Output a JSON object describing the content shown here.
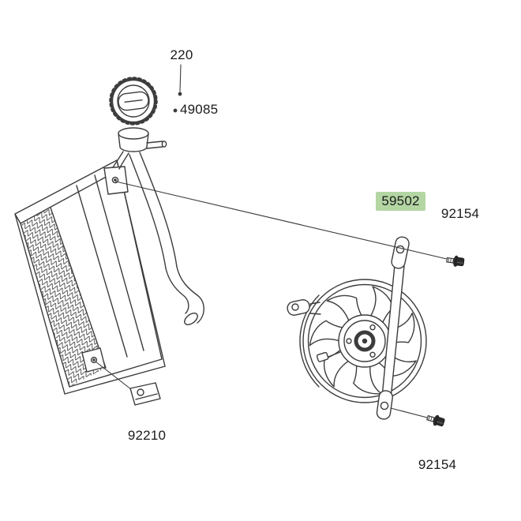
{
  "diagram": {
    "highlight_color": "#b3d6a3",
    "line_color": "#3c3c3c",
    "parts": {
      "radiator_cap": {
        "number": "220"
      },
      "filler_neck": {
        "number": "49085"
      },
      "fan_assembly": {
        "number": "59502",
        "highlighted": true
      },
      "bolt_upper": {
        "number": "92154"
      },
      "bolt_lower": {
        "number": "92154"
      },
      "damper_bracket": {
        "number": "92210"
      }
    }
  }
}
